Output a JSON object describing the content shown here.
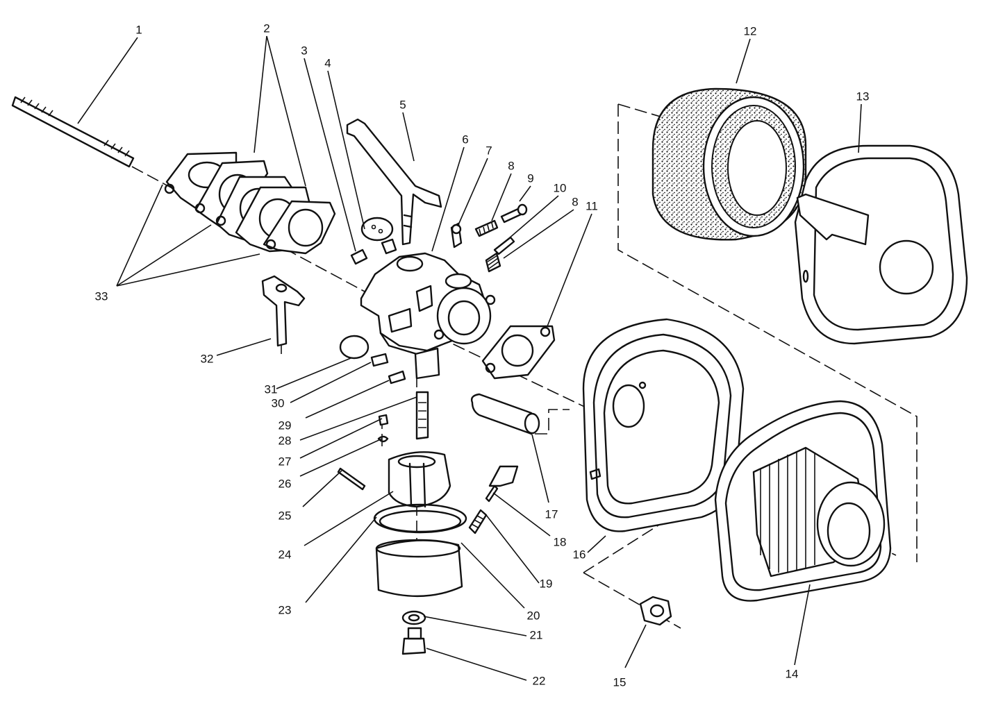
{
  "callouts": [
    {
      "id": "1",
      "label": "1"
    },
    {
      "id": "2",
      "label": "2"
    },
    {
      "id": "3",
      "label": "3"
    },
    {
      "id": "4",
      "label": "4"
    },
    {
      "id": "5",
      "label": "5"
    },
    {
      "id": "6",
      "label": "6"
    },
    {
      "id": "7",
      "label": "7"
    },
    {
      "id": "8a",
      "label": "8"
    },
    {
      "id": "9",
      "label": "9"
    },
    {
      "id": "10",
      "label": "10"
    },
    {
      "id": "8b",
      "label": "8"
    },
    {
      "id": "11",
      "label": "11"
    },
    {
      "id": "12",
      "label": "12"
    },
    {
      "id": "13",
      "label": "13"
    },
    {
      "id": "14",
      "label": "14"
    },
    {
      "id": "15",
      "label": "15"
    },
    {
      "id": "16",
      "label": "16"
    },
    {
      "id": "17",
      "label": "17"
    },
    {
      "id": "18",
      "label": "18"
    },
    {
      "id": "19",
      "label": "19"
    },
    {
      "id": "20",
      "label": "20"
    },
    {
      "id": "21",
      "label": "21"
    },
    {
      "id": "22",
      "label": "22"
    },
    {
      "id": "23",
      "label": "23"
    },
    {
      "id": "24",
      "label": "24"
    },
    {
      "id": "25",
      "label": "25"
    },
    {
      "id": "26",
      "label": "26"
    },
    {
      "id": "27",
      "label": "27"
    },
    {
      "id": "28",
      "label": "28"
    },
    {
      "id": "29",
      "label": "29"
    },
    {
      "id": "30",
      "label": "30"
    },
    {
      "id": "31",
      "label": "31"
    },
    {
      "id": "32",
      "label": "32"
    },
    {
      "id": "33",
      "label": "33"
    }
  ]
}
